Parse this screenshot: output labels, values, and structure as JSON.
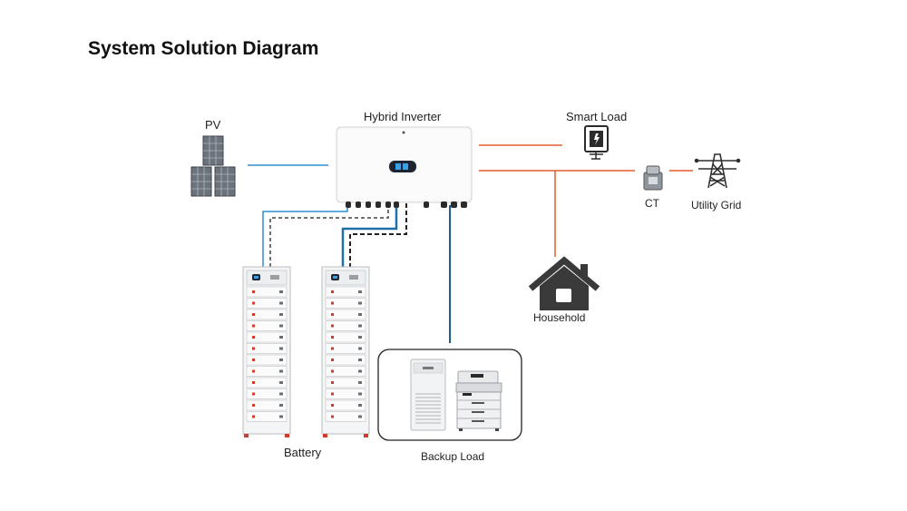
{
  "title": "System Solution Diagram",
  "labels": {
    "pv": "PV",
    "inverter": "Hybrid Inverter",
    "smart_load": "Smart Load",
    "ct": "CT",
    "utility_grid": "Utility Grid",
    "household": "Household",
    "battery": "Battery",
    "backup_load": "Backup Load"
  },
  "colors": {
    "ac_line": "#e35b2d",
    "dc_line": "#2f8fd0",
    "dark_line": "#1f3b5a",
    "comm_line": "#333333",
    "icon": "#3a3a3a"
  }
}
